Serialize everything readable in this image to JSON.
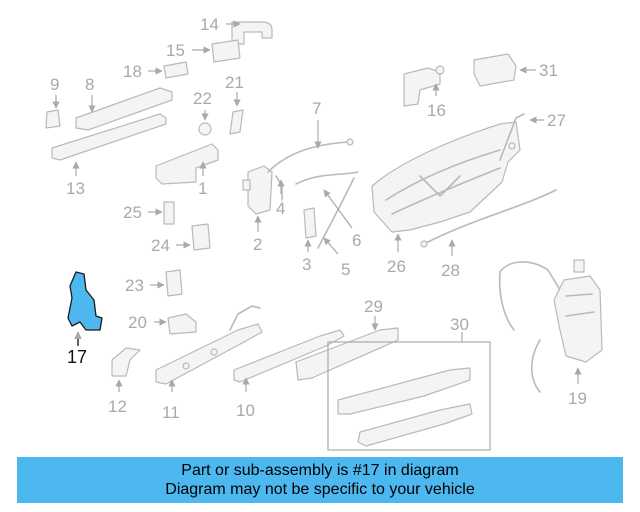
{
  "diagram": {
    "highlight_color": "#4db8f0",
    "part_color": "#b9b9b9",
    "highlighted_part": "17",
    "labels": {
      "p1": "1",
      "p2": "2",
      "p3": "3",
      "p4": "4",
      "p5": "5",
      "p6": "6",
      "p7": "7",
      "p8": "8",
      "p9": "9",
      "p10": "10",
      "p11": "11",
      "p12": "12",
      "p13": "13",
      "p14": "14",
      "p15": "15",
      "p16": "16",
      "p17": "17",
      "p18": "18",
      "p19": "19",
      "p20": "20",
      "p21": "21",
      "p22": "22",
      "p23": "23",
      "p24": "24",
      "p25": "25",
      "p26": "26",
      "p27": "27",
      "p28": "28",
      "p29": "29",
      "p30": "30",
      "p31": "31"
    }
  },
  "banner": {
    "line1": "Part or sub-assembly is #17 in diagram",
    "line2": "Diagram may not be specific to your vehicle"
  }
}
